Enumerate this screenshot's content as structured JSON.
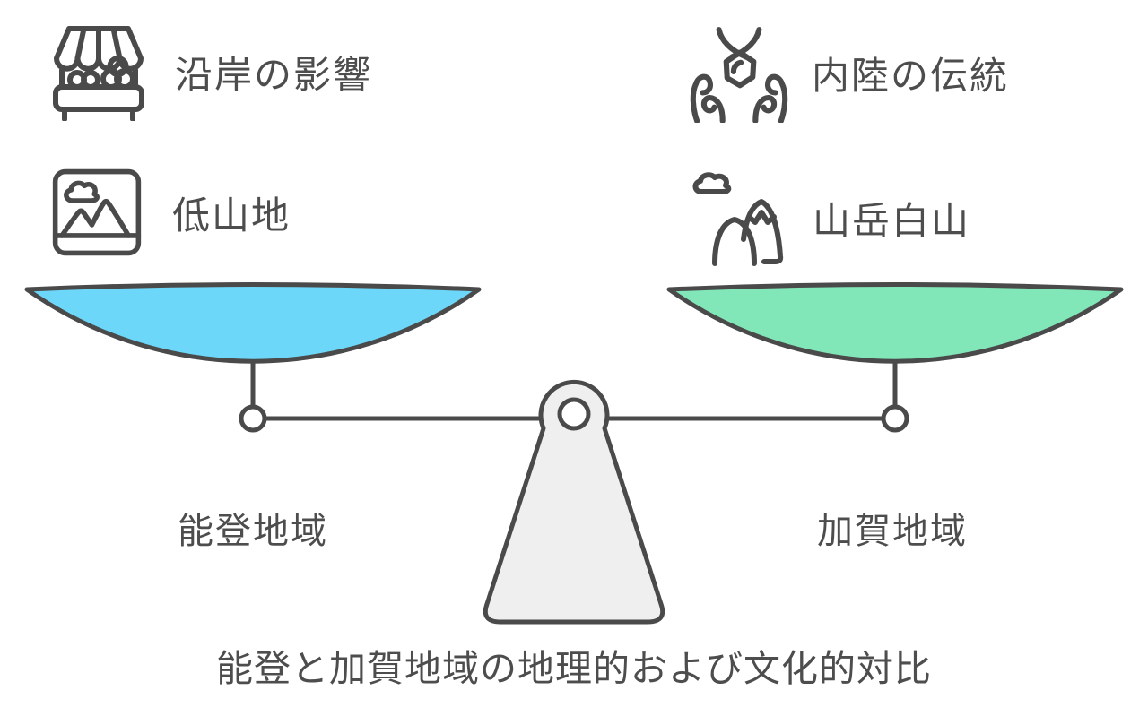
{
  "diagram": {
    "caption": "能登と加賀地域の地理的および文化的対比",
    "left": {
      "region_label": "能登地域",
      "features": [
        {
          "icon": "market-stall-icon",
          "label": "沿岸の影響"
        },
        {
          "icon": "landscape-picture-icon",
          "label": "低山地"
        }
      ]
    },
    "right": {
      "region_label": "加賀地域",
      "features": [
        {
          "icon": "hands-necklace-icon",
          "label": "内陸の伝統"
        },
        {
          "icon": "mountain-peak-icon",
          "label": "山岳白山"
        }
      ]
    },
    "colors": {
      "left_pan": "#6CD7F8",
      "right_pan": "#81E6B8",
      "fulcrum_fill": "#EFEFEF",
      "outline": "#4A4A4A",
      "text": "#4D4D4D",
      "background": "#FFFFFF"
    }
  }
}
